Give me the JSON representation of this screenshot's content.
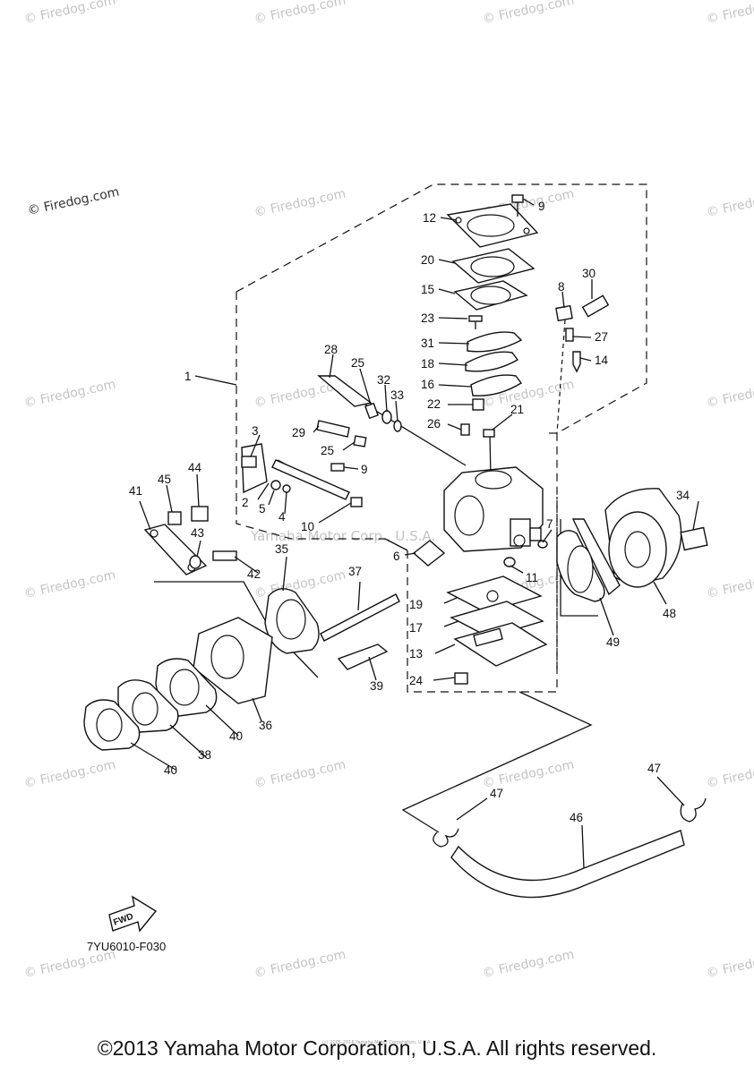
{
  "watermark": "© Firedog.com",
  "watermark_brand": "Yamaha Motor Corp., U.S.A.",
  "diagram_code": "7YU6010-F030",
  "fwd_label": "FWD",
  "tiny_notice": "(c) 2005-2016 Yamaha Motor Corporation, U.S.A.",
  "footer": "©2013 Yamaha Motor Corporation, U.S.A. All rights reserved.",
  "callouts": {
    "c1": "1",
    "c2": "2",
    "c3": "3",
    "c4": "4",
    "c5": "5",
    "c6": "6",
    "c7": "7",
    "c8": "8",
    "c9a": "9",
    "c9b": "9",
    "c10": "10",
    "c11": "11",
    "c12": "12",
    "c13": "13",
    "c14": "14",
    "c15": "15",
    "c16": "16",
    "c17": "17",
    "c18": "18",
    "c19": "19",
    "c20": "20",
    "c21": "21",
    "c22": "22",
    "c23": "23",
    "c24": "24",
    "c25a": "25",
    "c25b": "25",
    "c26": "26",
    "c27": "27",
    "c28": "28",
    "c29": "29",
    "c30": "30",
    "c31": "31",
    "c32": "32",
    "c33": "33",
    "c34": "34",
    "c35": "35",
    "c36": "36",
    "c37": "37",
    "c38": "38",
    "c39": "39",
    "c40a": "40",
    "c40b": "40",
    "c41": "41",
    "c42": "42",
    "c43": "43",
    "c44": "44",
    "c45": "45",
    "c46": "46",
    "c47a": "47",
    "c47b": "47",
    "c48": "48",
    "c49": "49"
  }
}
